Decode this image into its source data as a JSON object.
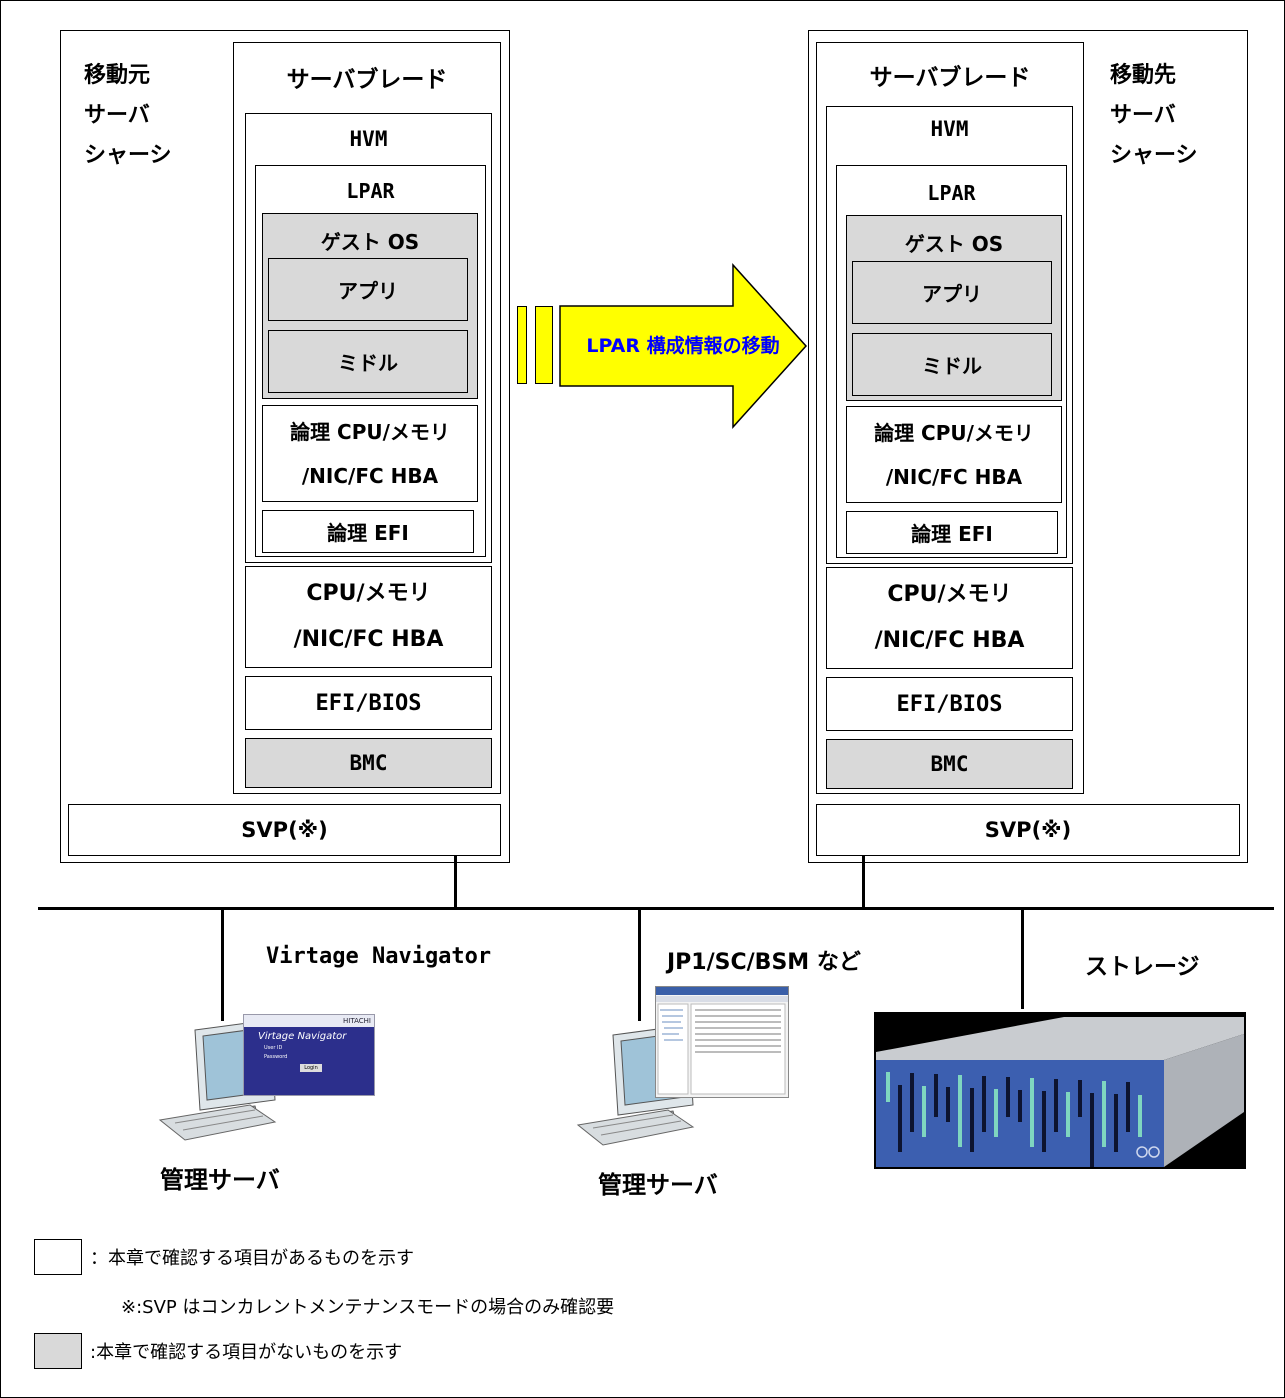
{
  "source": {
    "chassis_label": [
      "移動元",
      "サーバ",
      "シャーシ"
    ],
    "blade": "サーバブレード",
    "hvm": "HVM",
    "lpar": "LPAR",
    "guest_os": "ゲスト OS",
    "app": "アプリ",
    "middle": "ミドル",
    "logical_cpu": [
      "論理 CPU/メモリ",
      "/NIC/FC HBA"
    ],
    "logical_efi": "論理 EFI",
    "cpu": [
      "CPU/メモリ",
      "/NIC/FC HBA"
    ],
    "efi_bios": "EFI/BIOS",
    "bmc": "BMC",
    "svp": "SVP(※)"
  },
  "dest": {
    "chassis_label": [
      "移動先",
      "サーバ",
      "シャーシ"
    ],
    "blade": "サーバブレード",
    "hvm": "HVM",
    "lpar": "LPAR",
    "guest_os": "ゲスト OS",
    "app": "アプリ",
    "middle": "ミドル",
    "logical_cpu": [
      "論理 CPU/メモリ",
      "/NIC/FC HBA"
    ],
    "logical_efi": "論理 EFI",
    "cpu": [
      "CPU/メモリ",
      "/NIC/FC HBA"
    ],
    "efi_bios": "EFI/BIOS",
    "bmc": "BMC",
    "svp": "SVP(※)"
  },
  "arrow_label": "LPAR 構成情報の移動",
  "arrow_color": "#ffff00",
  "arrow_text_color": "#0000ff",
  "network": {
    "vn_label": "Virtage Navigator",
    "jp1_label": "JP1/SC/BSM など",
    "storage_label": "ストレージ",
    "mgmt1_label": "管理サーバ",
    "mgmt2_label": "管理サーバ",
    "vn_window": {
      "title": "Virtage Navigator",
      "brand": "HITACHI",
      "user": "User ID",
      "password": "Password",
      "button": "Login"
    }
  },
  "legend": {
    "white_text": "：本章で確認する項目があるものを示す",
    "note": "※:SVP はコンカレントメンテナンスモードの場合のみ確認要",
    "gray_text": ":本章で確認する項目がないものを示す"
  }
}
